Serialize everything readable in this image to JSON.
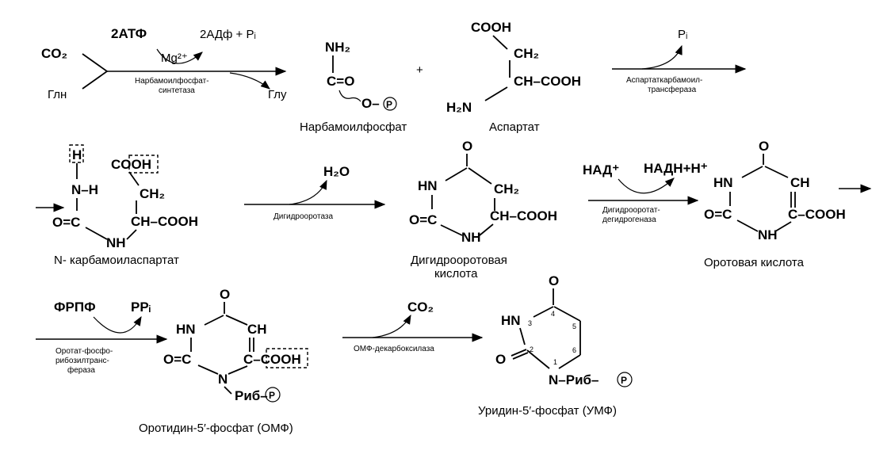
{
  "row1": {
    "co2": "CO₂",
    "gln": "Глн",
    "atp": "2АТФ",
    "mg": "Mg²⁺",
    "adp_pi": "2АДф + Pᵢ",
    "glu": "Глу",
    "enzyme1_line1": "Нарбамоилфосфат-",
    "enzyme1_line2": "синтетаза",
    "carbamoyl_nh2": "NH₂",
    "carbamoyl_co": "C=O",
    "carbamoyl_op": "O–",
    "phosphate_p": "P",
    "carbamoyl_name": "Нарбамоилфосфат",
    "plus": "+",
    "asp_cooh_top": "COOH",
    "asp_ch2": "CH₂",
    "asp_ch_cooh": "CH–COOH",
    "asp_h2n": "H₂N",
    "asp_name": "Аспартат",
    "pi": "Pᵢ",
    "enzyme2_line1": "Аспартаткарбамоил-",
    "enzyme2_line2": "трансфераза"
  },
  "row2": {
    "h_box": "H",
    "n_h": "N–H",
    "cooh_top": "COOH",
    "ch2": "CH₂",
    "o_c": "O=C",
    "ch_cooh": "CH–COOH",
    "nh": "NH",
    "carbamoylasp_name": "N- карбамоиласпартат",
    "h2o": "H₂O",
    "enzyme3": "Дигидрооротаза",
    "dho_o": "O",
    "dho_hn": "HN",
    "dho_ch2": "CH₂",
    "dho_oc": "O=C",
    "dho_ch_cooh": "CH–COOH",
    "dho_nh": "NH",
    "dho_name_line1": "Дигидрооротовая",
    "dho_name_line2": "кислота",
    "nad": "НАД⁺",
    "nadh": "НАДН+H⁺",
    "enzyme4_line1": "Дигидрооротат-",
    "enzyme4_line2": "дегидрогеназа",
    "oro_o": "O",
    "oro_hn": "HN",
    "oro_ch": "CH",
    "oro_oc": "O=C",
    "oro_c_cooh": "C–COOH",
    "oro_nh": "NH",
    "oro_name": "Оротовая кислота"
  },
  "row3": {
    "prpp": "ФРПФ",
    "ppi": "PPᵢ",
    "enzyme5_line1": "Оротат-фосфо-",
    "enzyme5_line2": "рибозилтранс-",
    "enzyme5_line3": "фераза",
    "omp_o": "O",
    "omp_hn": "HN",
    "omp_ch": "CH",
    "omp_oc": "O=C",
    "omp_c_cooh": "C–COOH",
    "omp_n_rib": "N",
    "omp_rib": "Риб–",
    "omp_name": "Оротидин-5′-фосфат (ОМФ)",
    "co2": "CO₂",
    "enzyme6": "ОМФ-декарбоксилаза",
    "ump_o_top": "O",
    "ump_hn": "HN",
    "ump_o_left": "O",
    "ump_n_rib": "N–Риб–",
    "ump_pos3": "3",
    "ump_pos4": "4",
    "ump_pos5": "5",
    "ump_pos2": "2",
    "ump_pos6": "6",
    "ump_pos1": "1",
    "ump_name": "Уридин-5′-фосфат (УМФ)"
  }
}
